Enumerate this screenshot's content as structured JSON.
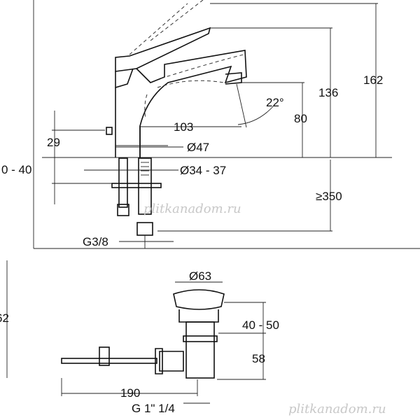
{
  "faucet": {
    "dim_height_total": "162",
    "dim_height_spout": "136",
    "dim_height_outlet": "80",
    "dim_angle": "22°",
    "dim_reach": "103",
    "dim_handle_height": "29",
    "dim_base_diameter": "Ø47",
    "dim_deck_thickness": "0 - 40",
    "dim_hole_diameter": "Ø34 - 37",
    "dim_hose_length": "≥350",
    "dim_connection": "G3/8"
  },
  "drain": {
    "dim_cap_diameter": "Ø63",
    "dim_height_adjust": "40 - 50",
    "dim_body_height": "58",
    "dim_rod_length": "190",
    "dim_thread": "G 1\" 1/4",
    "dim_partial_left": "62"
  },
  "watermarks": [
    "plitkanadom.ru",
    "plitkanadom.ru"
  ]
}
